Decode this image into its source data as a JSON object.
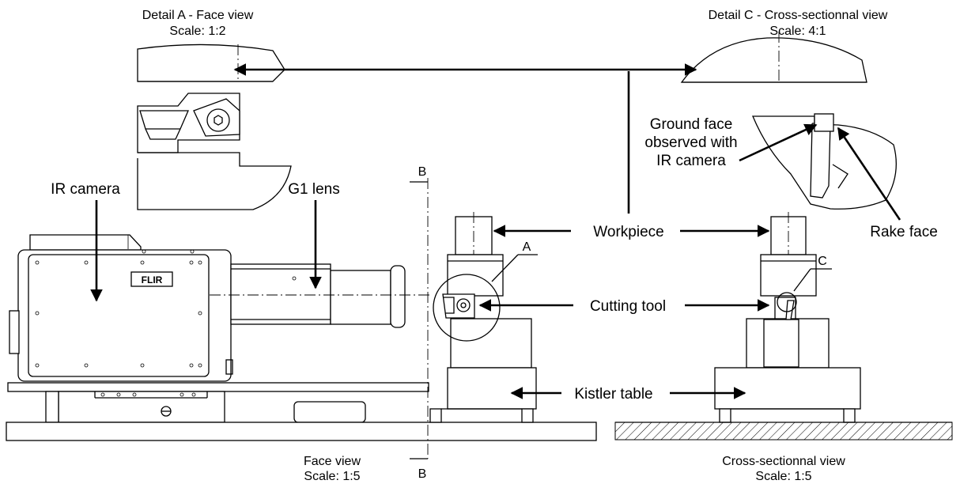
{
  "labels": {
    "detail_a_title": "Detail A - Face view",
    "detail_a_scale": "Scale: 1:2",
    "detail_c_title": "Detail C - Cross-sectionnal view",
    "detail_c_scale": "Scale: 4:1",
    "ir_camera": "IR camera",
    "g1_lens": "G1 lens",
    "ground_face_1": "Ground face",
    "ground_face_2": "observed with",
    "ground_face_3": "IR camera",
    "rake_face": "Rake face",
    "workpiece": "Workpiece",
    "cutting_tool": "Cutting tool",
    "kistler_table": "Kistler table",
    "marker_a": "A",
    "marker_c": "C",
    "section_b_top": "B",
    "section_b_bottom": "B",
    "face_view_title": "Face view",
    "face_view_scale": "Scale: 1:5",
    "cross_view_title": "Cross-sectionnal view",
    "cross_view_scale": "Scale: 1:5",
    "flir_logo": "FLIR"
  }
}
